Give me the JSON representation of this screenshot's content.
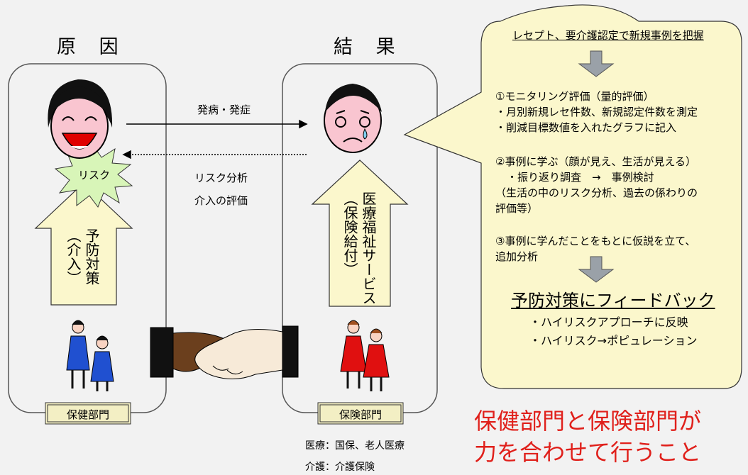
{
  "cause": {
    "title": "原 因",
    "arrow_text": "予防対策\n（介入）",
    "risk_label": "リスク",
    "dept": "保健部門"
  },
  "result": {
    "title": "結 果",
    "arrow_text": "医療福祉サービス\n（保険給付）",
    "dept": "保険部門"
  },
  "middle": {
    "onset": "発病・発症",
    "risk_analysis": "リスク分析",
    "intervention_eval": "介入の評価"
  },
  "bubble": {
    "header": "レセプト、要介護認定で新規事例を把握",
    "step1": "①モニタリング評価（量的評価）",
    "step1_a": "・月別新規レセ件数、新規認定件数を測定",
    "step1_b": "・削減目標数値を入れたグラフに記入",
    "step2": "②事例に学ぶ（顔が見え、生活が見える）",
    "step2_a": "・振り返り調査　→　事例検討",
    "step2_b": "（生活の中のリスク分析、過去の係わりの",
    "step2_c": "評価等）",
    "step3": "③事例に学んだことをもとに仮説を立て、",
    "step3_a": "追加分析",
    "feedback": "予防対策にフィードバック",
    "fb_a": "・ハイリスクアプローチに反映",
    "fb_b": "・ハイリスク→ポピュレーション"
  },
  "footnotes": {
    "medical": "医療：国保、老人医療",
    "care": "介護：介護保険"
  },
  "slogan": {
    "line1": "保健部門と保険部門が",
    "line2": "力を合わせて行うこと"
  },
  "colors": {
    "panel_border": "#555555",
    "bubble_fill": "#fbf7cc",
    "arrow_fill": "#fbf7cc",
    "slogan": "#e0201b",
    "risk_burst": "#d8f5b8"
  }
}
